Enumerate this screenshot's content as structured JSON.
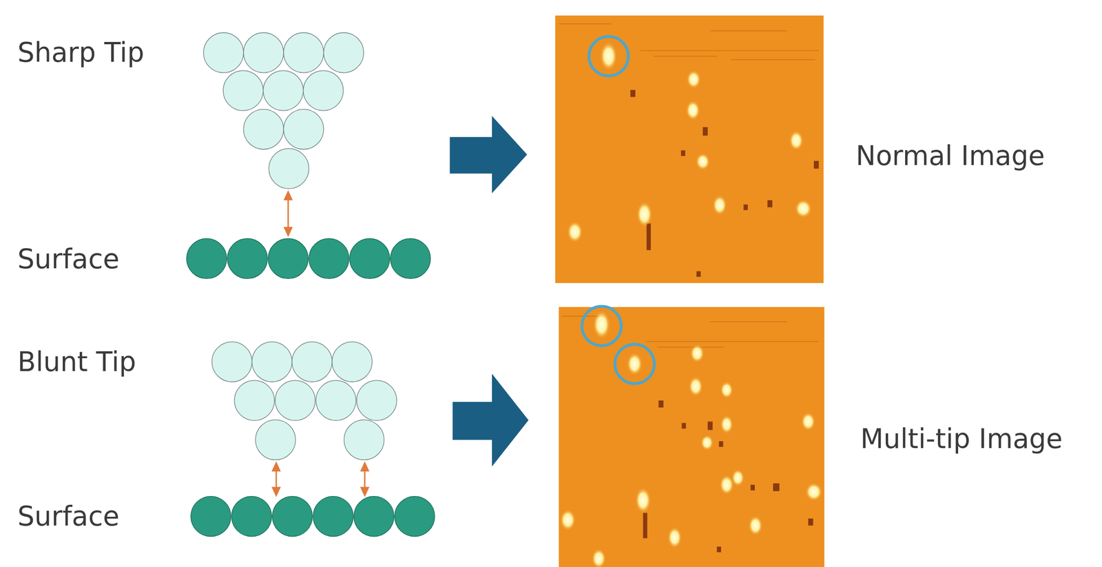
{
  "diagram": {
    "labels": [
      "Sharp Tip",
      "Surface",
      "Blunt Tip",
      "Surface",
      "Normal Image",
      "Multi-tip Image"
    ]
  }
}
